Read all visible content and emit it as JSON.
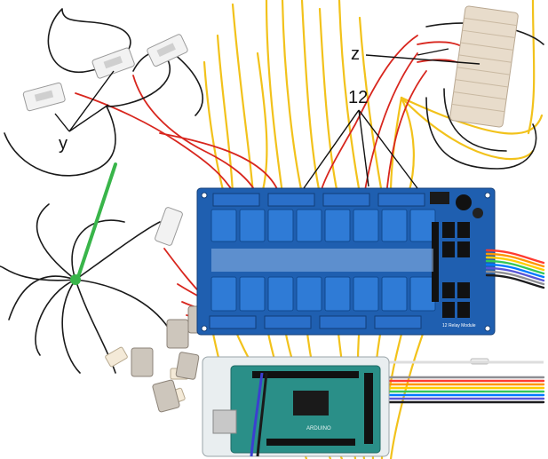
{
  "labels": {
    "y": "y",
    "z": "z",
    "twelve": "12"
  },
  "board_text": {
    "relay_module": "12 Relay Module",
    "arduino": "ARDUINO"
  },
  "colors": {
    "background": "#ffffff",
    "relay_board": "#1f5fb0",
    "relay_body": "#2f7bd6",
    "yellow_wire": "#f2c21b",
    "red_wire": "#d8261e",
    "black_wire": "#1a1a1a",
    "arduino_board": "#2a8f88",
    "green_tie": "#39b54a"
  }
}
